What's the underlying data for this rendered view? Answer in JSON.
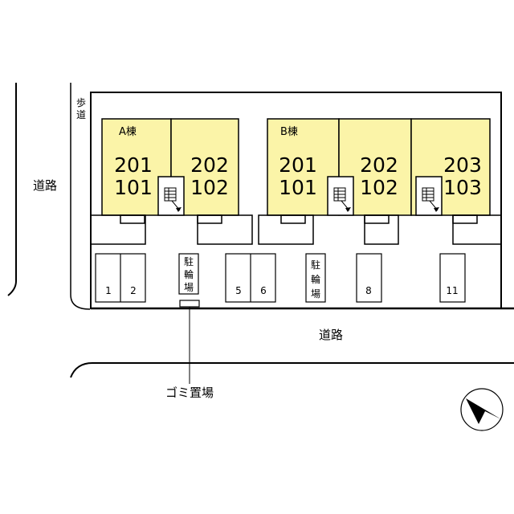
{
  "labels": {
    "road_left": "道路",
    "road_bottom": "道路",
    "sidewalk": "歩道",
    "garbage": "ゴミ置場",
    "bicycle_parking": "駐輪場"
  },
  "buildings": [
    {
      "name": "A棟",
      "units": [
        {
          "upper": "201",
          "lower": "101"
        },
        {
          "upper": "202",
          "lower": "102"
        }
      ]
    },
    {
      "name": "B棟",
      "units": [
        {
          "upper": "201",
          "lower": "101"
        },
        {
          "upper": "202",
          "lower": "102"
        },
        {
          "upper": "203",
          "lower": "103"
        }
      ]
    }
  ],
  "parking_numbers": [
    "1",
    "2",
    "5",
    "6",
    "8",
    "11"
  ],
  "colors": {
    "unit_fill": "#fbf4a8",
    "line": "#000000",
    "background": "#ffffff"
  },
  "icons": {
    "stairs": "stairs-icon",
    "north": "north-arrow-icon"
  }
}
